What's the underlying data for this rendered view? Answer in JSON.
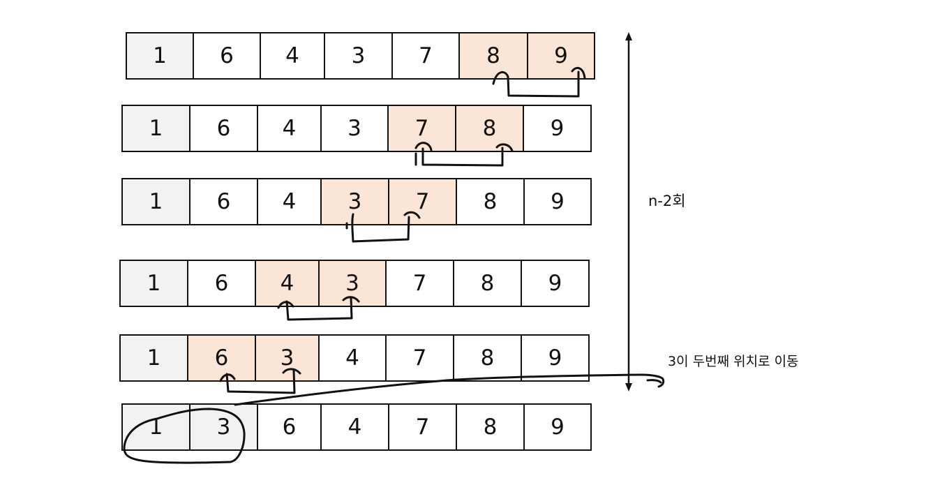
{
  "rows": [
    {
      "cells": [
        {
          "value": "1",
          "state": "fixed"
        },
        {
          "value": "6",
          "state": "normal"
        },
        {
          "value": "4",
          "state": "normal"
        },
        {
          "value": "3",
          "state": "normal"
        },
        {
          "value": "7",
          "state": "normal"
        },
        {
          "value": "8",
          "state": "compare"
        },
        {
          "value": "9",
          "state": "compare"
        }
      ]
    },
    {
      "cells": [
        {
          "value": "1",
          "state": "fixed"
        },
        {
          "value": "6",
          "state": "normal"
        },
        {
          "value": "4",
          "state": "normal"
        },
        {
          "value": "3",
          "state": "normal"
        },
        {
          "value": "7",
          "state": "compare"
        },
        {
          "value": "8",
          "state": "compare"
        },
        {
          "value": "9",
          "state": "normal"
        }
      ]
    },
    {
      "cells": [
        {
          "value": "1",
          "state": "fixed"
        },
        {
          "value": "6",
          "state": "normal"
        },
        {
          "value": "4",
          "state": "normal"
        },
        {
          "value": "3",
          "state": "compare"
        },
        {
          "value": "7",
          "state": "compare"
        },
        {
          "value": "8",
          "state": "normal"
        },
        {
          "value": "9",
          "state": "normal"
        }
      ]
    },
    {
      "cells": [
        {
          "value": "1",
          "state": "fixed"
        },
        {
          "value": "6",
          "state": "normal"
        },
        {
          "value": "4",
          "state": "compare"
        },
        {
          "value": "3",
          "state": "compare"
        },
        {
          "value": "7",
          "state": "normal"
        },
        {
          "value": "8",
          "state": "normal"
        },
        {
          "value": "9",
          "state": "normal"
        }
      ]
    },
    {
      "cells": [
        {
          "value": "1",
          "state": "fixed"
        },
        {
          "value": "6",
          "state": "compare"
        },
        {
          "value": "3",
          "state": "compare"
        },
        {
          "value": "4",
          "state": "normal"
        },
        {
          "value": "7",
          "state": "normal"
        },
        {
          "value": "8",
          "state": "normal"
        },
        {
          "value": "9",
          "state": "normal"
        }
      ]
    },
    {
      "cells": [
        {
          "value": "1",
          "state": "fixed"
        },
        {
          "value": "3",
          "state": "fixed"
        },
        {
          "value": "6",
          "state": "normal"
        },
        {
          "value": "4",
          "state": "normal"
        },
        {
          "value": "7",
          "state": "normal"
        },
        {
          "value": "8",
          "state": "normal"
        },
        {
          "value": "9",
          "state": "normal"
        }
      ]
    }
  ],
  "labels": {
    "passes": "n-2회",
    "note": "3이 두번째 위치로 이동"
  },
  "colors": {
    "fixed": "#f2f2f2",
    "compare": "#fbe5d6",
    "normal": "#ffffff",
    "ink": "#111111"
  }
}
